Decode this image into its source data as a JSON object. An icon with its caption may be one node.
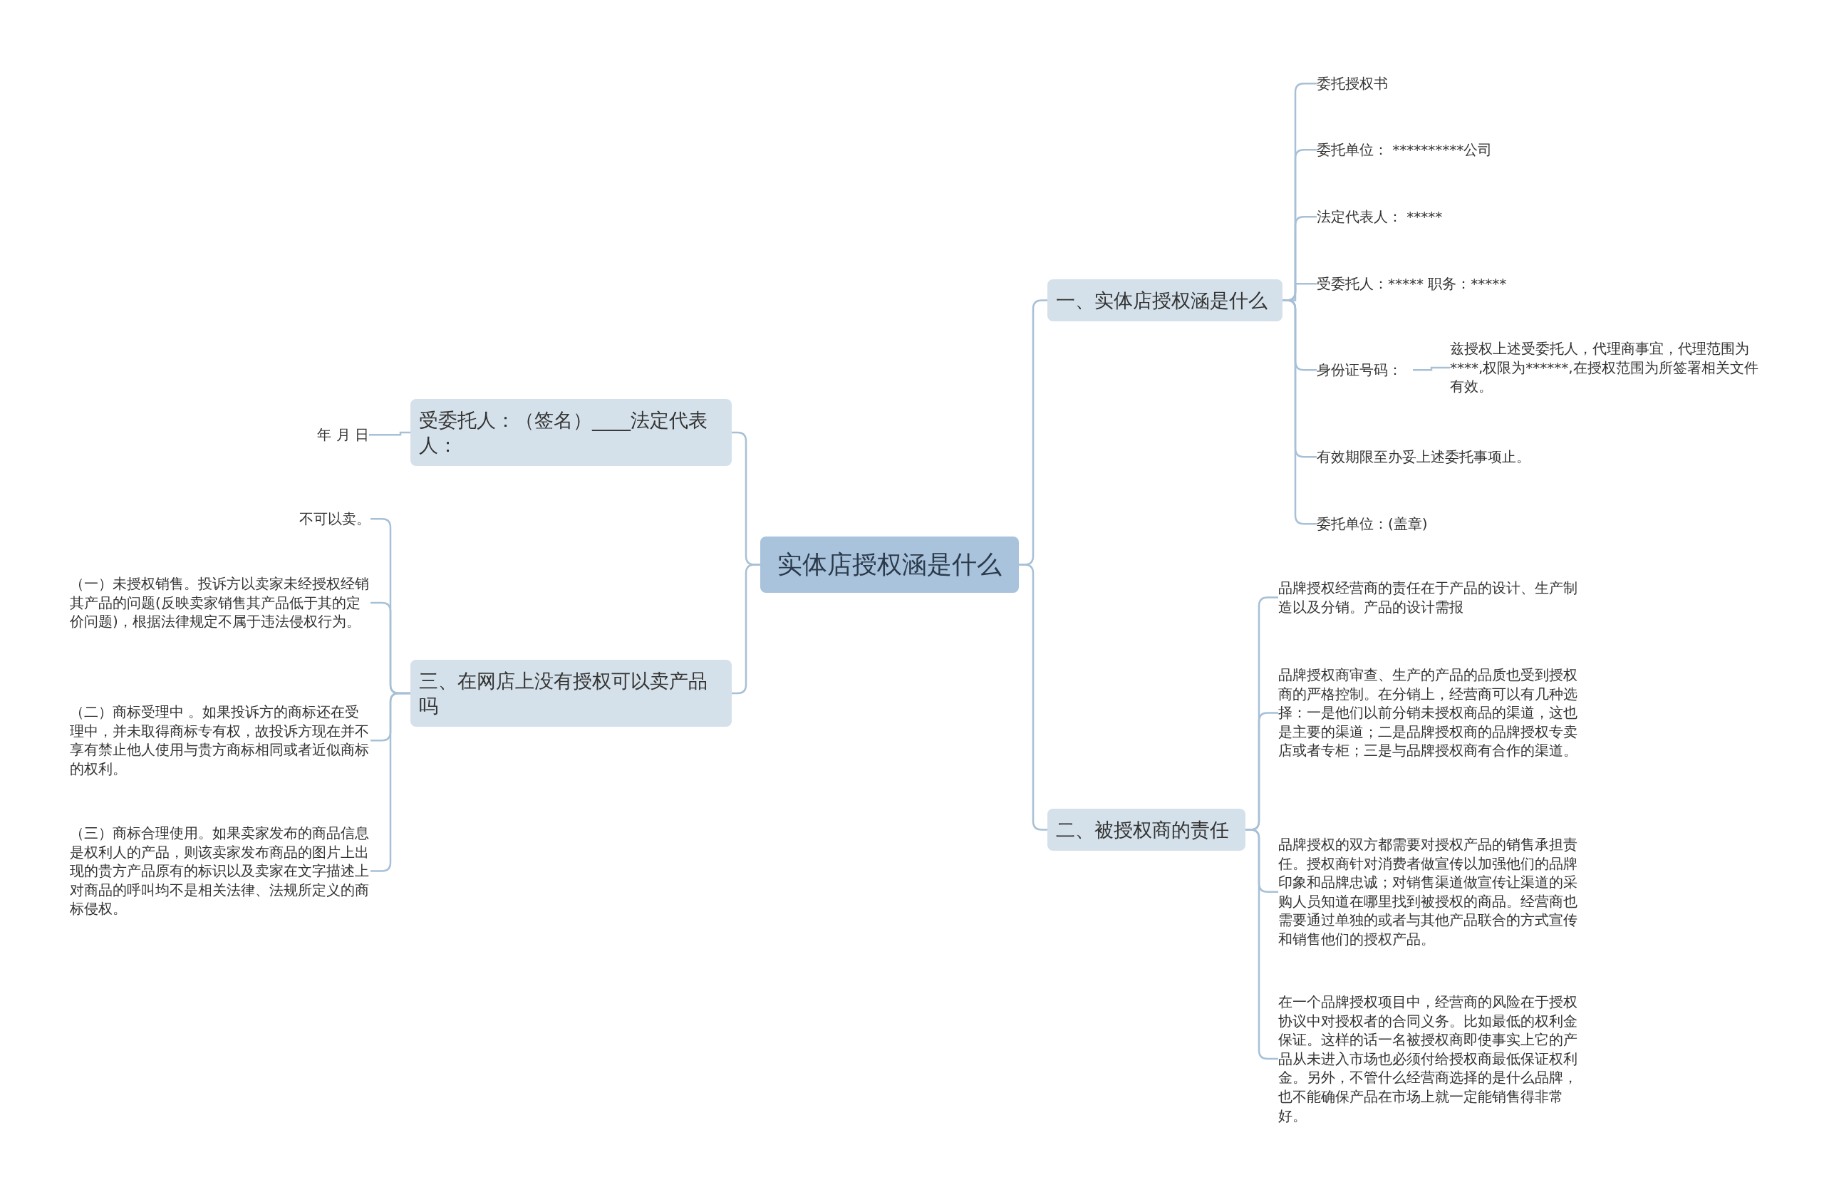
{
  "diagram": {
    "nodes": [
      {
        "text": [
          "实体店授权涵是什么"
        ]
      },
      {
        "text": [
          "一、实体店授权涵是什么"
        ]
      },
      {
        "text": [
          "委托授权书"
        ]
      },
      {
        "text": [
          "委托单位：  **********公司"
        ]
      },
      {
        "text": [
          "法定代表人：  *****"
        ]
      },
      {
        "text": [
          "受委托人：***** 职务：*****"
        ]
      },
      {
        "text": [
          "身份证号码："
        ]
      },
      {
        "text": [
          "有效期限至办妥上述委托事项止。"
        ]
      },
      {
        "text": [
          "委托单位：(盖章)"
        ]
      },
      {
        "text": [
          "兹授权上述受委托人，代理商事宜，代理范围为****,权限为******,在授权范围为所签署相关文件有效。"
        ]
      },
      {
        "text": [
          "二、被授权商的责任"
        ]
      },
      {
        "text": [
          "品牌授权经营商的责任在于产品的设计、生产制造以及分销。产品的设计需报"
        ]
      },
      {
        "text": [
          "品牌授权商审查、生产的产品的品质也受到授权商的严格控制。在分销上，经营商可以有几种选择：一是他们以前分销未授权商品的渠道，这也是主要的渠道；二是品牌授权商的品牌授权专卖店或者专柜；三是与品牌授权商有合作的渠道。"
        ]
      },
      {
        "text": [
          "品牌授权的双方都需要对授权产品的销售承担责任。授权商针对消费者做宣传以加强他们的品牌印象和品牌忠诚；对销售渠道做宣传让渠道的采购人员知道在哪里找到被授权的商品。经营商也需要通过单独的或者与其他产品联合的方式宣传和销售他们的授权产品。"
        ]
      },
      {
        "text": [
          "在一个品牌授权项目中，经营商的风险在于授权协议中对授权者的合同义务。比如最低的权利金保证。这样的话一名被授权商即使事实上它的产品从未进入市场也必须付给授权商最低保证权利金。另外，不管什么经营商选择的是什么品牌，也不能确保产品在市场上就一定能销售得非常好。"
        ]
      },
      {
        "text": [
          "受委托人：（签名）____法定代表人："
        ]
      },
      {
        "text": [
          "年 月 日"
        ]
      },
      {
        "text": [
          "三、在网店上没有授权可以卖产品吗"
        ]
      },
      {
        "text": [
          "不可以卖。"
        ]
      },
      {
        "text": [
          "（一）未授权销售。投诉方以卖家未经授权经销其产品的问题(反映卖家销售其产品低于其的定价问题)，根据法律规定不属于违法侵权行为。"
        ]
      },
      {
        "text": [
          "（二）商标受理中 。如果投诉方的商标还在受理中，并未取得商标专有权，故投诉方现在并不享有禁止他人使用与贵方商标相同或者近似商标的权利。"
        ]
      },
      {
        "text": [
          "（三）商标合理使用。如果卖家发布的商品信息是权利人的产品，则该卖家发布商品的图片上出现的贵方产品原有的标识以及卖家在文字描述上对商品的呼叫均不是相关法律、法规所定义的商标侵权。"
        ]
      }
    ],
    "edges": [
      {
        "from": 0,
        "to": 1,
        "arrow": "none"
      },
      {
        "from": 1,
        "to": 2,
        "arrow": "none"
      },
      {
        "from": 1,
        "to": 3,
        "arrow": "none"
      },
      {
        "from": 1,
        "to": 4,
        "arrow": "none"
      },
      {
        "from": 1,
        "to": 5,
        "arrow": "none"
      },
      {
        "from": 1,
        "to": 6,
        "arrow": "none"
      },
      {
        "from": 1,
        "to": 7,
        "arrow": "none"
      },
      {
        "from": 1,
        "to": 8,
        "arrow": "none"
      },
      {
        "from": 6,
        "to": 9,
        "arrow": "none"
      },
      {
        "from": 0,
        "to": 10,
        "arrow": "none"
      },
      {
        "from": 10,
        "to": 11,
        "arrow": "none"
      },
      {
        "from": 10,
        "to": 12,
        "arrow": "none"
      },
      {
        "from": 10,
        "to": 13,
        "arrow": "none"
      },
      {
        "from": 10,
        "to": 14,
        "arrow": "none"
      },
      {
        "from": 0,
        "to": 15,
        "arrow": "none"
      },
      {
        "from": 15,
        "to": 16,
        "arrow": "none"
      },
      {
        "from": 0,
        "to": 17,
        "arrow": "none"
      },
      {
        "from": 17,
        "to": 18,
        "arrow": "none"
      },
      {
        "from": 17,
        "to": 19,
        "arrow": "none"
      },
      {
        "from": 17,
        "to": 20,
        "arrow": "none"
      },
      {
        "from": 17,
        "to": 21,
        "arrow": "none"
      }
    ]
  }
}
